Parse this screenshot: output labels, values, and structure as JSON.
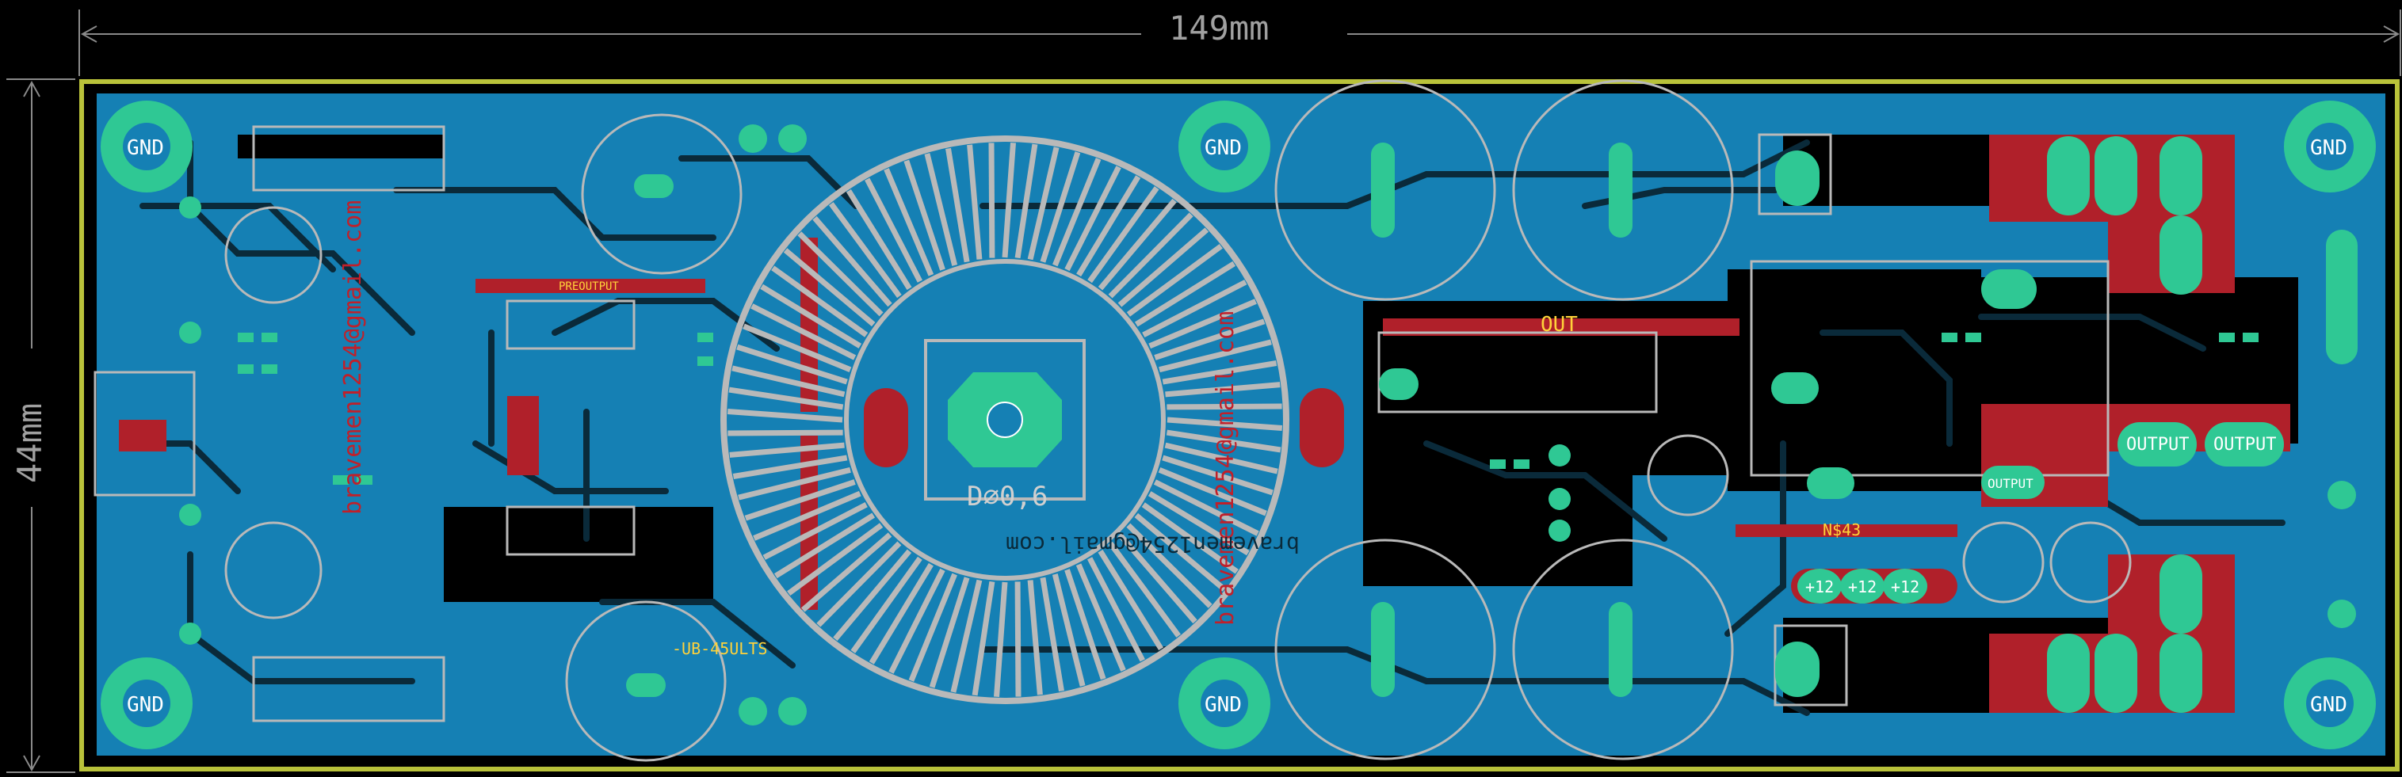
{
  "dimensions": {
    "width_label": "149mm",
    "height_label": "44mm"
  },
  "pads": {
    "gnd_label": "GND",
    "output_label": "OUTPUT",
    "plus12_label": "+12"
  },
  "labels": {
    "out": "OUT",
    "d_label": "D⌀0,6",
    "ns43": "N$43",
    "prepoutput": "PREOUTPUT",
    "ub_volts": "-UB-45ULTS",
    "email": "bravemen1254@gmail.com",
    "email_mirrored": "bravemen1254@gmail.com"
  },
  "colors": {
    "background": "#000000",
    "outline": "#b9c23a",
    "copper_bottom": "#1580b4",
    "pad": "#2fc894",
    "top_copper": "#b0202a",
    "silk": "#b9b9b9",
    "dim_lines": "#8a8a8a"
  }
}
